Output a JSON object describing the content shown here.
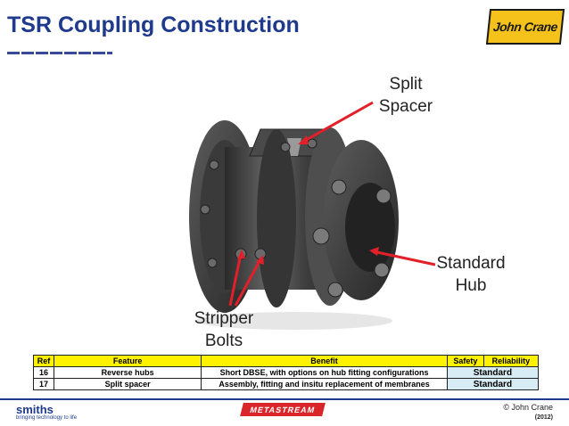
{
  "header": {
    "title": "TSR Coupling Construction",
    "logo_text": "John Crane"
  },
  "callouts": {
    "split_spacer": [
      "Split",
      "Spacer"
    ],
    "standard_hub": [
      "Standard",
      "Hub"
    ],
    "stripper_bolts": [
      "Stripper",
      "Bolts"
    ]
  },
  "table": {
    "headers": [
      "Ref",
      "Feature",
      "Benefit",
      "Safety",
      "Reliability"
    ],
    "rows": [
      {
        "ref": "16",
        "feature": "Reverse hubs",
        "benefit": "Short DBSE, with options on hub fitting configurations",
        "rating": "Standard"
      },
      {
        "ref": "17",
        "feature": "Split spacer",
        "benefit": "Assembly, fitting and insitu replacement of membranes",
        "rating": "Standard"
      }
    ]
  },
  "footer": {
    "smiths": "smiths",
    "smiths_tagline": "bringing technology to life",
    "metastream": "METASTREAM",
    "copyright": "© John Crane",
    "year": "(2012)"
  },
  "colors": {
    "title": "#1f3a8c",
    "arrow": "#e2202a",
    "header_fill": "#fff200",
    "standard_fill": "#d8ecf6",
    "logo_fill": "#f4c21a"
  }
}
